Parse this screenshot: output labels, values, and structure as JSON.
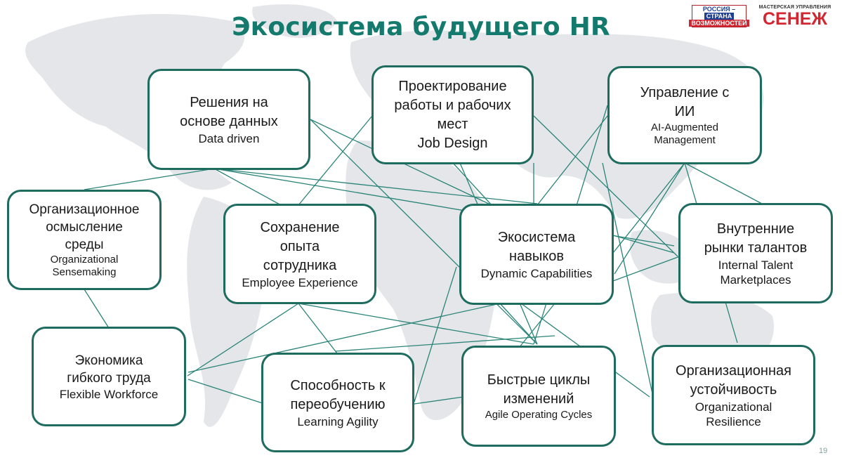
{
  "title": "Экосистема будущего HR",
  "logos": {
    "russia": {
      "line1": "РОССИЯ –",
      "line2": "СТРАНА",
      "line3": "ВОЗМОЖНОСТЕЙ"
    },
    "senezh": {
      "top": "МАСТЕРСКАЯ УПРАВЛЕНИЯ",
      "main": "СЕНЕЖ"
    }
  },
  "page_number": "19",
  "colors": {
    "accent": "#157a6e",
    "border": "#1e6b60",
    "line": "#2a8478",
    "map": "#e3e5e8"
  },
  "nodes": {
    "data_driven": {
      "ru": "Решения на\nоснове данных",
      "en": "Data driven"
    },
    "job_design": {
      "ru": "Проектирование\nработы и рабочих\nмест",
      "en": "Job Design"
    },
    "ai_management": {
      "ru": "Управление с\nИИ",
      "en": "AI-Augmented\nManagement"
    },
    "sensemaking": {
      "ru": "Организационное\nосмысление\nсреды",
      "en": "Organizational\nSensemaking"
    },
    "employee_experience": {
      "ru": "Сохранение\nопыта\nсотрудника",
      "en": "Employee Experience"
    },
    "dynamic_capabilities": {
      "ru": "Экосистема\nнавыков",
      "en": "Dynamic Capabilities"
    },
    "talent_marketplaces": {
      "ru": "Внутренние\nрынки талантов",
      "en": "Internal Talent\nMarketplaces"
    },
    "flexible_workforce": {
      "ru": "Экономика\nгибкого труда",
      "en": "Flexible Workforce"
    },
    "learning_agility": {
      "ru": "Способность к\nпереобучению",
      "en": "Learning Agility"
    },
    "agile_cycles": {
      "ru": "Быстрые циклы\nизменений",
      "en": "Agile Operating Cycles"
    },
    "resilience": {
      "ru": "Организационная\nустойчивость",
      "en": "Organizational\nResilience"
    }
  }
}
